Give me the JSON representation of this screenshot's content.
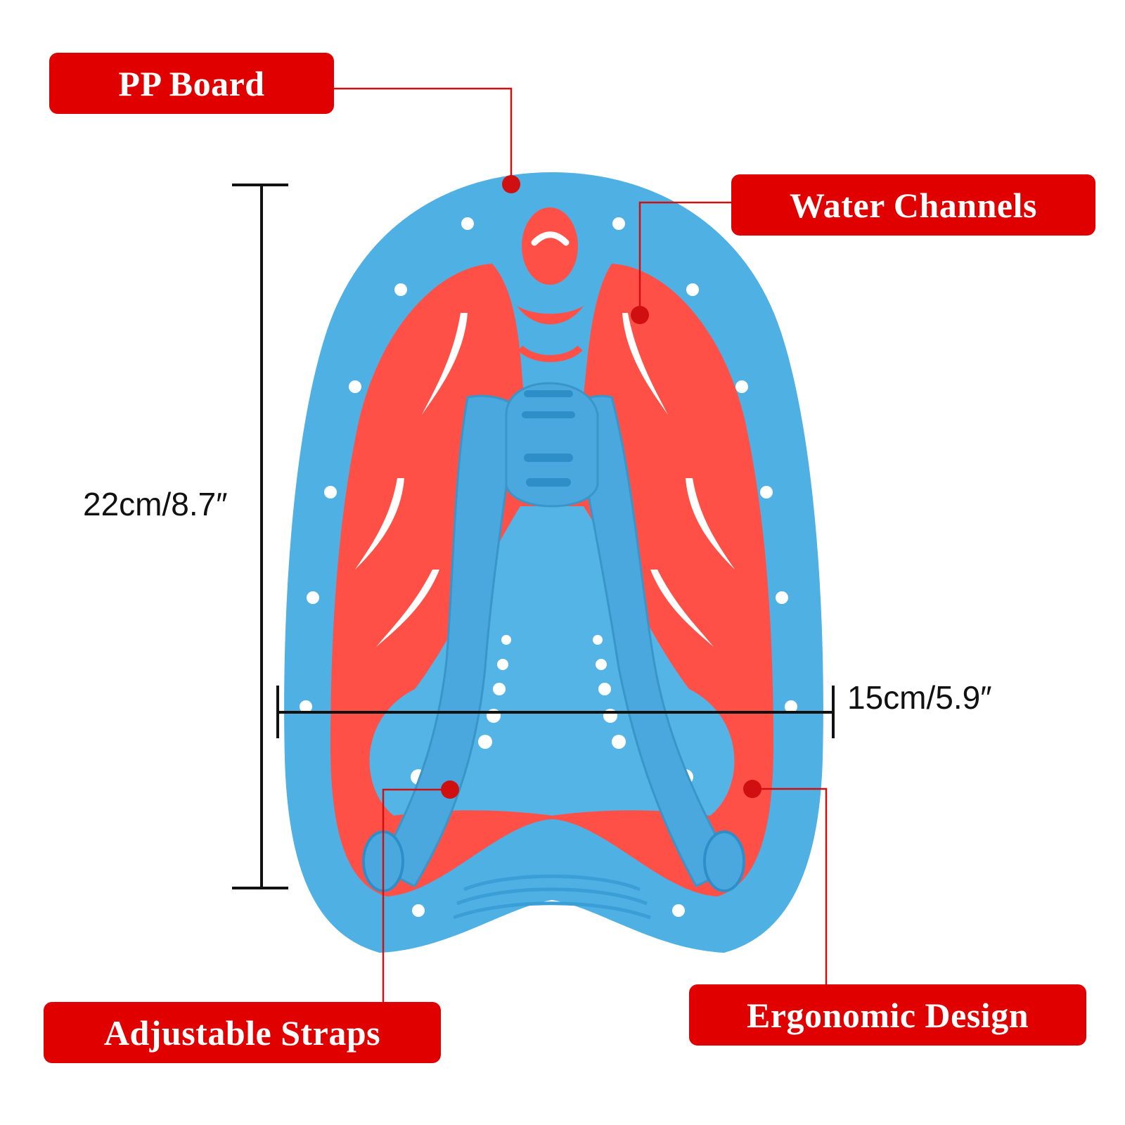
{
  "callouts": {
    "pp_board": "PP Board",
    "water_channels": "Water Channels",
    "adjustable_straps": "Adjustable Straps",
    "ergonomic_design": "Ergonomic Design"
  },
  "dimensions": {
    "height": "22cm/8.7″",
    "width": "15cm/5.9″"
  },
  "colors": {
    "callout_bg": "#e00000",
    "board_blue": "#4fb0e4",
    "body_coral": "#ff5048",
    "leader_line": "#d01010"
  }
}
